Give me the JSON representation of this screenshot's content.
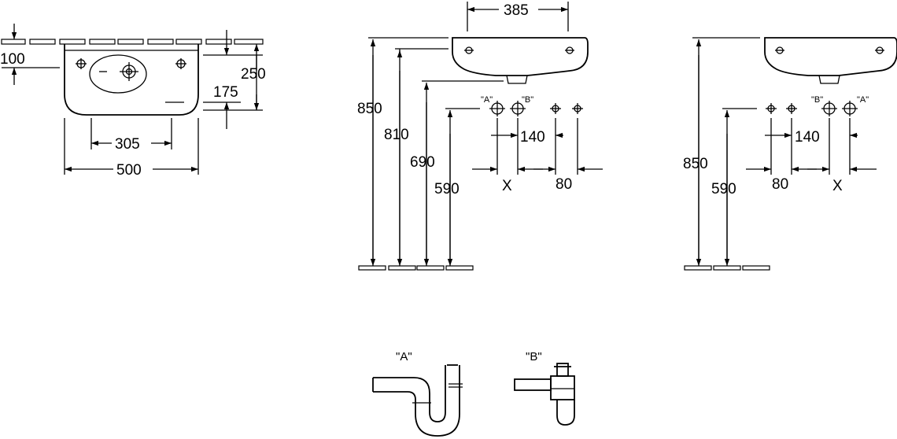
{
  "top_view": {
    "dim_wall_depth": "100",
    "dim_height": "250",
    "dim_outlet": "175",
    "dim_bowl_width": "305",
    "dim_total_width": "500"
  },
  "front_left": {
    "dim_width": "385",
    "dim_h850": "850",
    "dim_h810": "810",
    "dim_h690": "690",
    "dim_h590": "590",
    "label_a": "\"A\"",
    "label_b": "\"B\"",
    "dim_140": "140",
    "dim_x": "X",
    "dim_80": "80"
  },
  "front_right": {
    "dim_h850": "850",
    "dim_h590": "590",
    "label_b": "\"B\"",
    "label_a": "\"A\"",
    "dim_140": "140",
    "dim_80": "80",
    "dim_x": "X"
  },
  "traps": {
    "label_a": "\"A\"",
    "label_b": "\"B\""
  }
}
